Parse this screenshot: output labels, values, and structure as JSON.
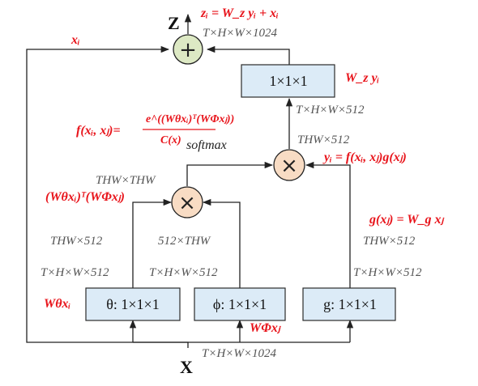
{
  "inputs": {
    "x_label": "X",
    "z_label": "Z",
    "x_dim": "T×H×W×1024",
    "z_dim": "T×H×W×1024"
  },
  "boxes": {
    "theta": "θ: 1×1×1",
    "phi": "ϕ: 1×1×1",
    "g": "g: 1×1×1",
    "wz": "1×1×1"
  },
  "operators": {
    "add": "+",
    "multiply": "×"
  },
  "dims": {
    "theta_out": "T×H×W×512",
    "phi_out": "T×H×W×512",
    "g_out": "T×H×W×512",
    "theta_reshaped": "THW×512",
    "phi_reshaped": "512×THW",
    "g_reshaped": "THW×512",
    "attention": "THW×THW",
    "y_reshaped": "THW×512",
    "y_out": "T×H×W×512"
  },
  "annotations": {
    "xi": "xᵢ",
    "zi": "zᵢ = W_z yᵢ + xᵢ",
    "wzyi": "W_z yᵢ",
    "softmax_eq": "f(xᵢ, xⱼ)=",
    "softmax_num": "e^((Wθxᵢ)ᵀ(WΦxⱼ))",
    "softmax_den": "C(x)",
    "softmax": "softmax",
    "dot": "(Wθxᵢ)ᵀ(WΦxⱼ)",
    "yi": "yᵢ = f(xᵢ, xⱼ)g(xⱼ)",
    "gxj": "g(xⱼ) = W_g xⱼ",
    "wtheta": "Wθxᵢ",
    "wphi": "WΦxⱼ"
  }
}
